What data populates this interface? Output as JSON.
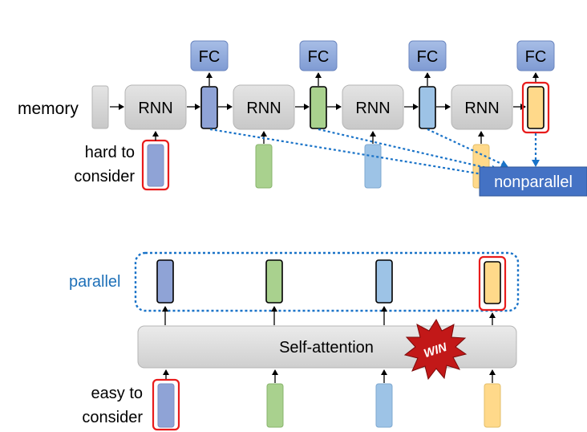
{
  "labels": {
    "memory": "memory",
    "hard_to_consider_1": "hard to",
    "hard_to_consider_2": "consider",
    "nonparallel": "nonparallel",
    "parallel": "parallel",
    "easy_to_consider_1": "easy to",
    "easy_to_consider_2": "consider",
    "self_attention": "Self-attention",
    "win": "WIN"
  },
  "rnn_blocks": [
    {
      "label": "RNN"
    },
    {
      "label": "RNN"
    },
    {
      "label": "RNN"
    },
    {
      "label": "RNN"
    }
  ],
  "fc_blocks": [
    {
      "label": "FC"
    },
    {
      "label": "FC"
    },
    {
      "label": "FC"
    },
    {
      "label": "FC"
    }
  ],
  "colors": {
    "blue_dark": "#8fa3d6",
    "green": "#a9d18e",
    "blue_light": "#9dc3e6",
    "orange": "#ffd98a",
    "fc_fill": "#8faadc",
    "red": "#e81c1c",
    "dotted_blue": "#1a73c8",
    "nonparallel_fill": "#4472c4",
    "parallel_text": "#1e70b8",
    "gray_block": "#d6d6d6"
  }
}
